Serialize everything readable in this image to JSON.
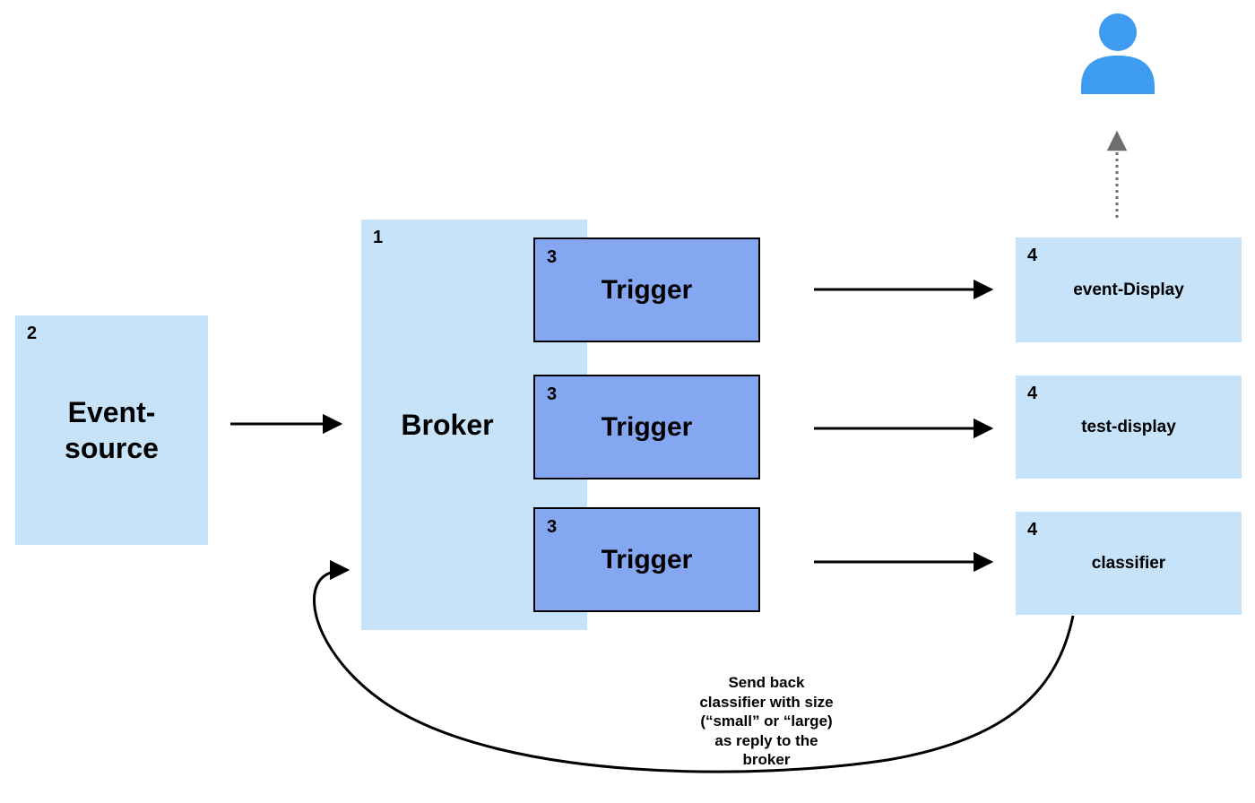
{
  "diagram": {
    "type": "event-driven-architecture-flow",
    "nodes": {
      "event_source": {
        "badge": "2",
        "label": "Event-source"
      },
      "broker": {
        "badge": "1",
        "label": "Broker"
      },
      "triggers": [
        {
          "badge": "3",
          "label": "Trigger"
        },
        {
          "badge": "3",
          "label": "Trigger"
        },
        {
          "badge": "3",
          "label": "Trigger"
        }
      ],
      "sinks": [
        {
          "badge": "4",
          "label": "event-Display"
        },
        {
          "badge": "4",
          "label": "test-display"
        },
        {
          "badge": "4",
          "label": "classifier"
        }
      ]
    },
    "annotation": {
      "text": "Send back\nclassifier with size\n(“small” or “large)\nas reply to the\nbroker"
    },
    "icons": {
      "user": "user-icon"
    },
    "colors": {
      "light_blue_box": "#C6E3F9",
      "trigger_box": "#85A6F0",
      "trigger_border": "#000000",
      "user_icon_blue": "#3D9BF0",
      "solid_arrow": "#000000",
      "dotted_arrow": "#6E6E6E",
      "text": "#000000",
      "background": "#FFFFFF"
    }
  }
}
